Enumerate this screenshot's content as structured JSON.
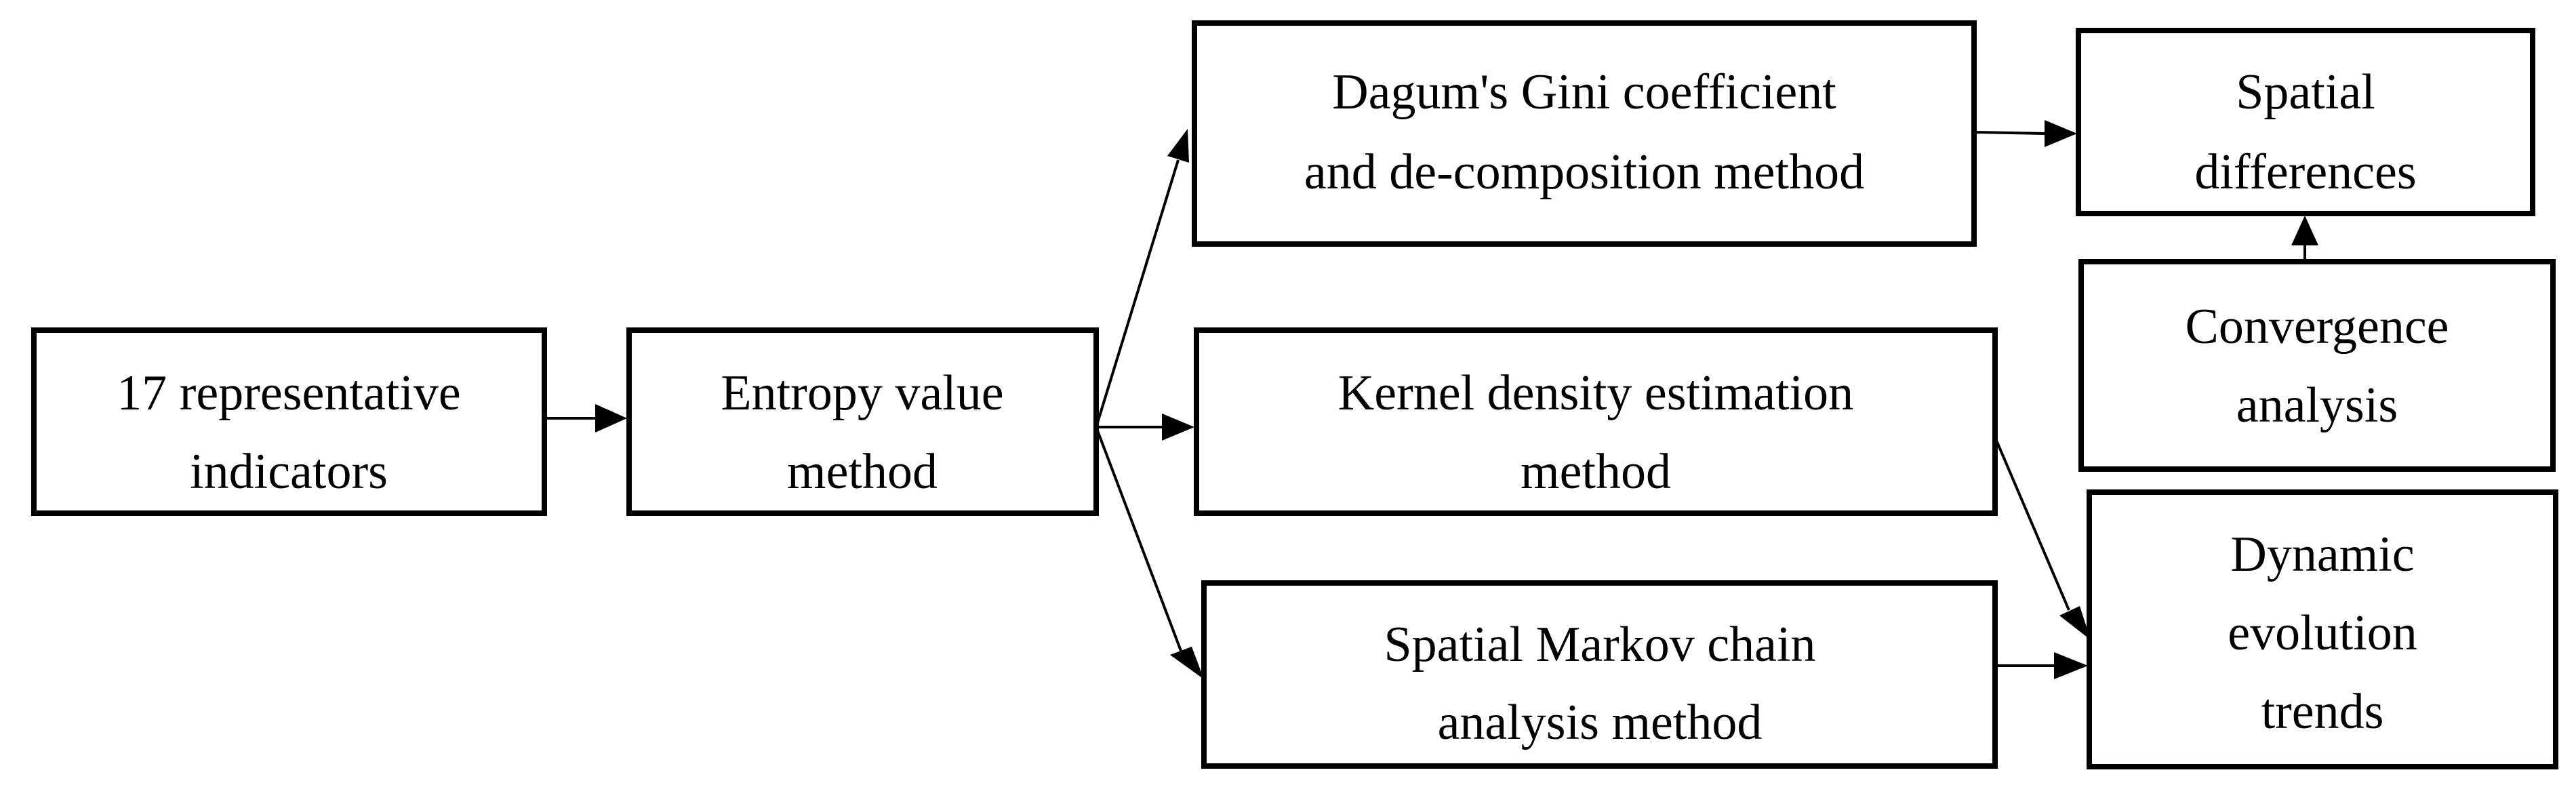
{
  "nodes": {
    "indicators": {
      "lines": [
        "17 representative",
        "indicators"
      ]
    },
    "entropy": {
      "lines": [
        "Entropy value",
        "method"
      ]
    },
    "dagum": {
      "lines": [
        "Dagum's Gini coefficient",
        "and de-composition method"
      ]
    },
    "kernel": {
      "lines": [
        "Kernel density estimation",
        "method"
      ]
    },
    "markov": {
      "lines": [
        "Spatial Markov chain",
        "analysis method"
      ]
    },
    "spatial_differences": {
      "lines": [
        "Spatial",
        "differences"
      ]
    },
    "convergence": {
      "lines": [
        "Convergence",
        "analysis"
      ]
    },
    "dynamic": {
      "lines": [
        "Dynamic",
        "evolution",
        "trends"
      ]
    }
  },
  "edges": [
    {
      "from": "indicators",
      "to": "entropy"
    },
    {
      "from": "entropy",
      "to": "dagum"
    },
    {
      "from": "entropy",
      "to": "kernel"
    },
    {
      "from": "entropy",
      "to": "markov"
    },
    {
      "from": "dagum",
      "to": "spatial_differences"
    },
    {
      "from": "convergence",
      "to": "spatial_differences"
    },
    {
      "from": "kernel",
      "to": "dynamic"
    },
    {
      "from": "markov",
      "to": "dynamic"
    }
  ]
}
